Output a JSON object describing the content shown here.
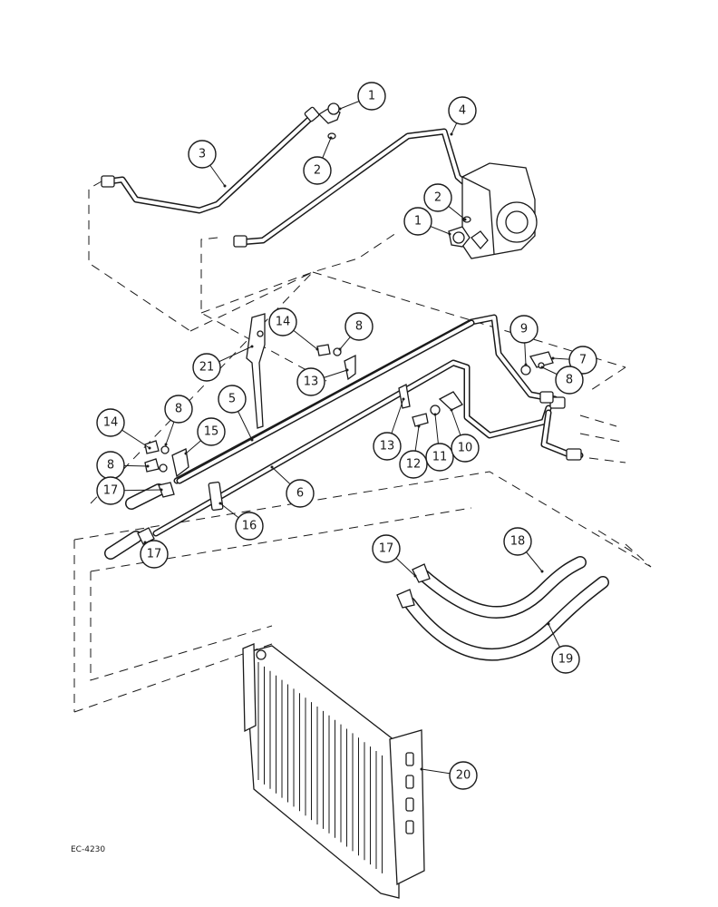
{
  "figure": {
    "reference_code": "EC-4230"
  },
  "callouts": [
    {
      "id": "c1a",
      "label": "1"
    },
    {
      "id": "c2a",
      "label": "2"
    },
    {
      "id": "c3",
      "label": "3"
    },
    {
      "id": "c4",
      "label": "4"
    },
    {
      "id": "c2b",
      "label": "2"
    },
    {
      "id": "c1b",
      "label": "1"
    },
    {
      "id": "c14a",
      "label": "14"
    },
    {
      "id": "c8a",
      "label": "8"
    },
    {
      "id": "c9",
      "label": "9"
    },
    {
      "id": "c7",
      "label": "7"
    },
    {
      "id": "c8b",
      "label": "8"
    },
    {
      "id": "c21",
      "label": "21"
    },
    {
      "id": "c13a",
      "label": "13"
    },
    {
      "id": "c5",
      "label": "5"
    },
    {
      "id": "c8c",
      "label": "8"
    },
    {
      "id": "c14b",
      "label": "14"
    },
    {
      "id": "c15",
      "label": "15"
    },
    {
      "id": "c8d",
      "label": "8"
    },
    {
      "id": "c17a",
      "label": "17"
    },
    {
      "id": "c6",
      "label": "6"
    },
    {
      "id": "c16",
      "label": "16"
    },
    {
      "id": "c13b",
      "label": "13"
    },
    {
      "id": "c12",
      "label": "12"
    },
    {
      "id": "c11",
      "label": "11"
    },
    {
      "id": "c10",
      "label": "10"
    },
    {
      "id": "c17b",
      "label": "17"
    },
    {
      "id": "c17c",
      "label": "17"
    },
    {
      "id": "c18",
      "label": "18"
    },
    {
      "id": "c19",
      "label": "19"
    },
    {
      "id": "c20",
      "label": "20"
    }
  ]
}
